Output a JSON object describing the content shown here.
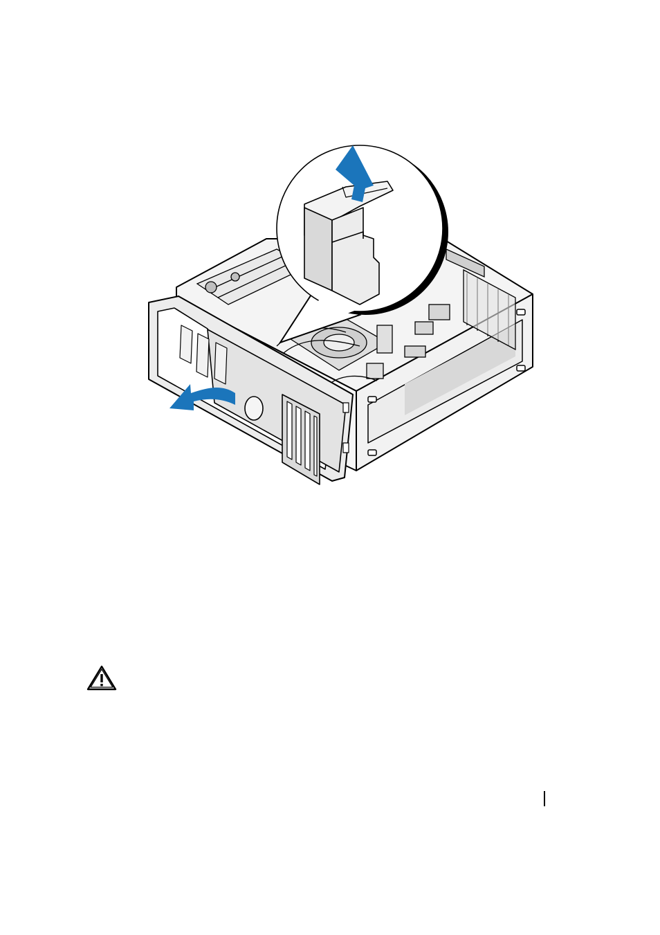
{
  "illustration": {
    "icons": [
      "computer-chassis-illustration",
      "drive-panel-latch-callout",
      "lift-arrow",
      "slide-arrow"
    ],
    "colors": {
      "arrow": "#1b75bb",
      "outline": "#000000",
      "panel_fill": "#e6e6e6",
      "shadow": "#cfcfcf"
    }
  },
  "warning": {
    "icon": "caution-triangle-icon"
  },
  "footer": {
    "marker": "page-separator"
  }
}
